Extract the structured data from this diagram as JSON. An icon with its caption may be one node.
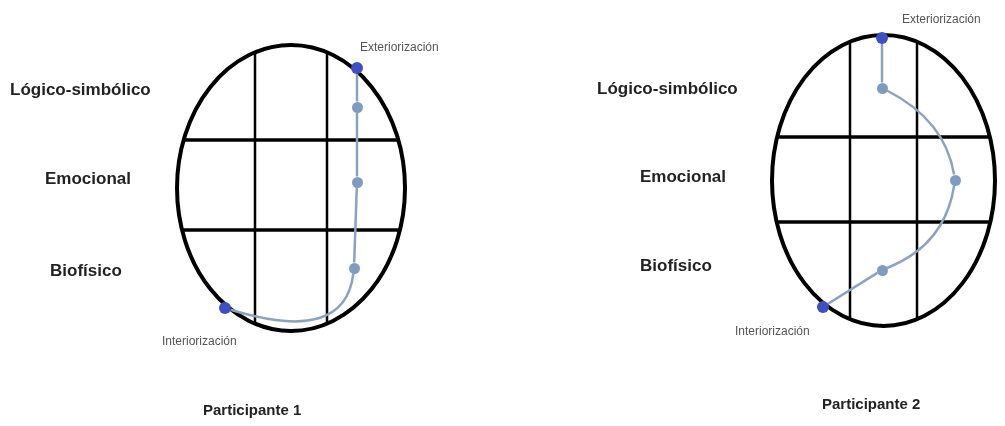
{
  "diagram": {
    "nodes": [
      {
        "text": [],
        "shape": "ellipse"
      },
      {
        "text": [],
        "shape": "circle",
        "beside": [
          "Exteriorización"
        ]
      },
      {
        "text": [],
        "shape": "circle",
        "in": 0
      },
      {
        "text": [],
        "shape": "circle",
        "in": 0
      },
      {
        "text": [],
        "shape": "circle",
        "in": 0
      },
      {
        "text": [],
        "shape": "circle",
        "beside": [
          "Interiorización"
        ]
      },
      {
        "text": [],
        "shape": "ellipse"
      },
      {
        "text": [],
        "shape": "circle",
        "beside": [
          "Exteriorización"
        ]
      },
      {
        "text": [],
        "shape": "circle",
        "in": 6
      },
      {
        "text": [],
        "shape": "circle",
        "in": 6
      },
      {
        "text": [],
        "shape": "circle",
        "in": 6
      },
      {
        "text": [],
        "shape": "circle",
        "beside": [
          "Interiorización"
        ]
      }
    ],
    "edges": [
      {
        "from": 5,
        "to": 4,
        "arrow": "none"
      },
      {
        "from": 4,
        "to": 3,
        "arrow": "none"
      },
      {
        "from": 3,
        "to": 2,
        "arrow": "none"
      },
      {
        "from": 2,
        "to": 1,
        "arrow": "none"
      },
      {
        "from": 11,
        "to": 10,
        "arrow": "none"
      },
      {
        "from": 10,
        "to": 9,
        "arrow": "none"
      },
      {
        "from": 9,
        "to": 8,
        "arrow": "none"
      },
      {
        "from": 8,
        "to": 7,
        "arrow": "none"
      }
    ],
    "labels": [
      "Lógico-simbólico",
      "Emocional",
      "Biofísico",
      "Lógico-simbólico",
      "Emocional",
      "Biofísico",
      "Participante 1",
      "Participante 2"
    ]
  }
}
